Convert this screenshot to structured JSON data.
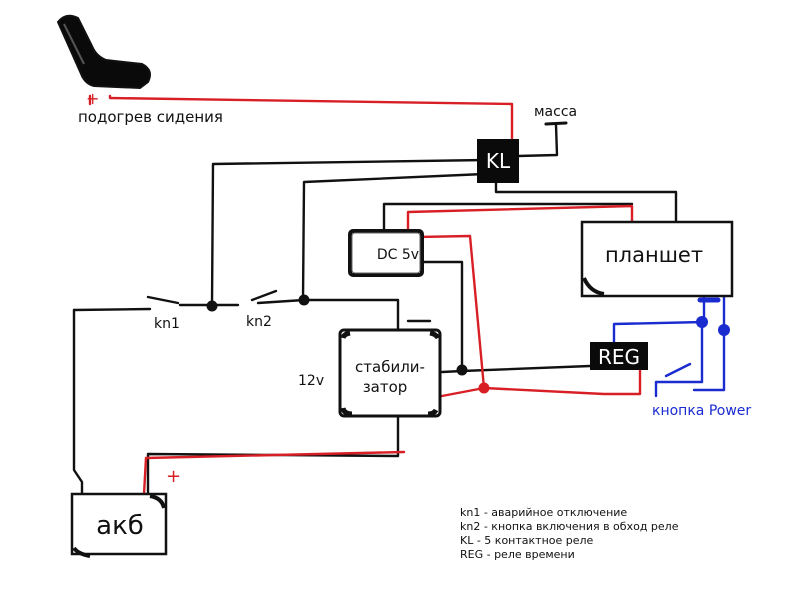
{
  "colors": {
    "ink": "#111111",
    "wire_black": "#111111",
    "wire_red": "#d81f26",
    "wire_blue": "#1a2bd0",
    "box_fill": "#ffffff",
    "dark_box": "#0a0a0a"
  },
  "icons": {
    "seat": "car-seat-icon",
    "ground": "ground-icon"
  },
  "labels": {
    "seat_heater": "подогрев сидения",
    "ground": "масса",
    "relay": "KL",
    "dc": "DC 5v",
    "tablet": "планшет",
    "timer": "REG",
    "stabilizer_line1": "стабили-",
    "stabilizer_line2": "затор",
    "v12": "12v",
    "kn1": "kn1",
    "kn2": "kn2",
    "power_button": "кнопка Power",
    "battery": "акб",
    "plus_seat": "+",
    "plus_battery": "+",
    "minus_stab": "—"
  },
  "legend": [
    "kn1 - аварийное отключение",
    "kn2 - кнопка включения в обход реле",
    "KL - 5 контактное реле",
    "REG - реле времени"
  ]
}
